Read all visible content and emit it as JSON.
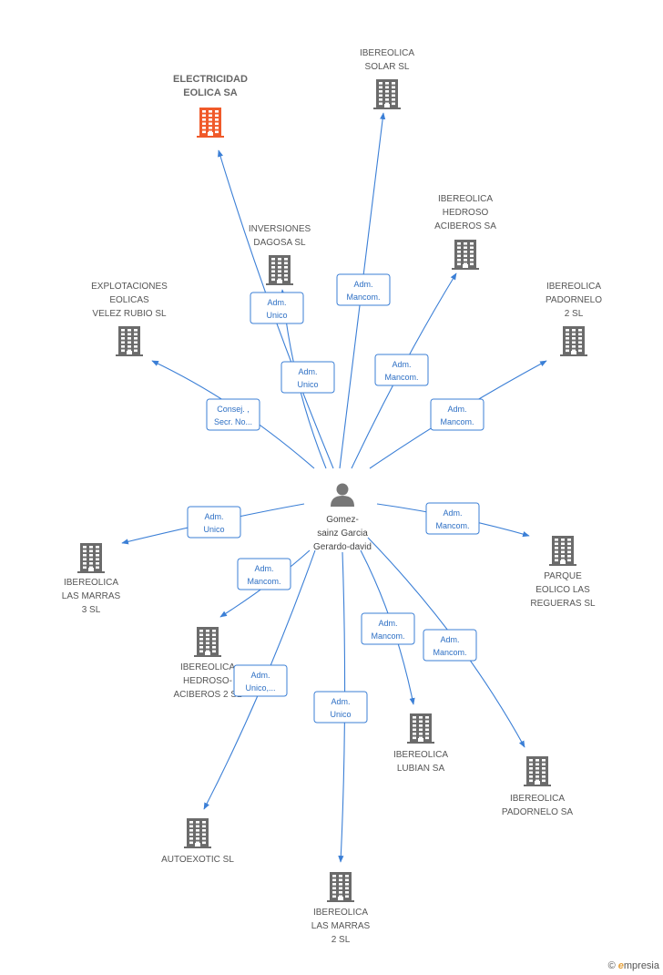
{
  "colors": {
    "edge": "#3b7fd6",
    "company": "#6b6b6b",
    "company_main": "#f05a2a",
    "person": "#777777"
  },
  "person": {
    "name_lines": [
      "Gomez-",
      "sainz Garcia",
      "Gerardo-david"
    ],
    "icon": "person-icon"
  },
  "companies": [
    {
      "id": "electricidad-eolica",
      "label_lines": [
        "ELECTRICIDAD",
        "EOLICA SA"
      ],
      "main": true,
      "icon": "building-icon"
    },
    {
      "id": "ibereolica-solar",
      "label_lines": [
        "IBEREOLICA",
        "SOLAR SL"
      ],
      "icon": "building-icon"
    },
    {
      "id": "inversiones-dagosa",
      "label_lines": [
        "INVERSIONES",
        "DAGOSA SL"
      ],
      "icon": "building-icon"
    },
    {
      "id": "ibereolica-hedroso-aciberos",
      "label_lines": [
        "IBEREOLICA",
        "HEDROSO",
        "ACIBEROS SA"
      ],
      "icon": "building-icon"
    },
    {
      "id": "explotaciones-eolicas",
      "label_lines": [
        "EXPLOTACIONES",
        "EOLICAS",
        "VELEZ RUBIO SL"
      ],
      "icon": "building-icon"
    },
    {
      "id": "ibereolica-padornelo-2",
      "label_lines": [
        "IBEREOLICA",
        "PADORNELO",
        "2 SL"
      ],
      "icon": "building-icon"
    },
    {
      "id": "ibereolica-las-marras-3",
      "label_lines": [
        "IBEREOLICA",
        "LAS MARRAS",
        "3 SL"
      ],
      "icon": "building-icon"
    },
    {
      "id": "parque-eolico-regueras",
      "label_lines": [
        "PARQUE",
        "EOLICO LAS",
        "REGUERAS SL"
      ],
      "icon": "building-icon"
    },
    {
      "id": "ibereolica-hedroso-aciberos-2",
      "label_lines": [
        "IBEREOLICA",
        "HEDROSO-",
        "ACIBEROS 2 SL"
      ],
      "icon": "building-icon"
    },
    {
      "id": "ibereolica-lubian",
      "label_lines": [
        "IBEREOLICA",
        "LUBIAN SA"
      ],
      "icon": "building-icon"
    },
    {
      "id": "ibereolica-padornelo",
      "label_lines": [
        "IBEREOLICA",
        "PADORNELO SA"
      ],
      "icon": "building-icon"
    },
    {
      "id": "autoexotic",
      "label_lines": [
        "AUTOEXOTIC SL"
      ],
      "icon": "building-icon"
    },
    {
      "id": "ibereolica-las-marras-2",
      "label_lines": [
        "IBEREOLICA",
        "LAS MARRAS",
        "2 SL"
      ],
      "icon": "building-icon"
    }
  ],
  "relations": [
    {
      "target": "electricidad-eolica",
      "label_lines": [
        "Adm.",
        "Unico"
      ]
    },
    {
      "target": "inversiones-dagosa",
      "label_lines": [
        "Adm.",
        "Unico"
      ]
    },
    {
      "target": "ibereolica-solar",
      "label_lines": [
        "Adm.",
        "Mancom."
      ]
    },
    {
      "target": "ibereolica-hedroso-aciberos",
      "label_lines": [
        "Adm.",
        "Mancom."
      ]
    },
    {
      "target": "explotaciones-eolicas",
      "label_lines": [
        "Consej. ,",
        "Secr. No..."
      ]
    },
    {
      "target": "ibereolica-padornelo-2",
      "label_lines": [
        "Adm.",
        "Mancom."
      ]
    },
    {
      "target": "ibereolica-las-marras-3",
      "label_lines": [
        "Adm.",
        "Unico"
      ]
    },
    {
      "target": "parque-eolico-regueras",
      "label_lines": [
        "Adm.",
        "Mancom."
      ]
    },
    {
      "target": "ibereolica-hedroso-aciberos-2",
      "label_lines": [
        "Adm.",
        "Mancom."
      ]
    },
    {
      "target": "autoexotic",
      "label_lines": [
        "Adm.",
        "Unico,..."
      ]
    },
    {
      "target": "ibereolica-las-marras-2",
      "label_lines": [
        "Adm.",
        "Unico"
      ]
    },
    {
      "target": "ibereolica-lubian",
      "label_lines": [
        "Adm.",
        "Mancom."
      ]
    },
    {
      "target": "ibereolica-padornelo",
      "label_lines": [
        "Adm.",
        "Mancom."
      ]
    }
  ],
  "watermark": {
    "copyright": "©",
    "brand_initial": "e",
    "brand_rest": "mpresia"
  }
}
